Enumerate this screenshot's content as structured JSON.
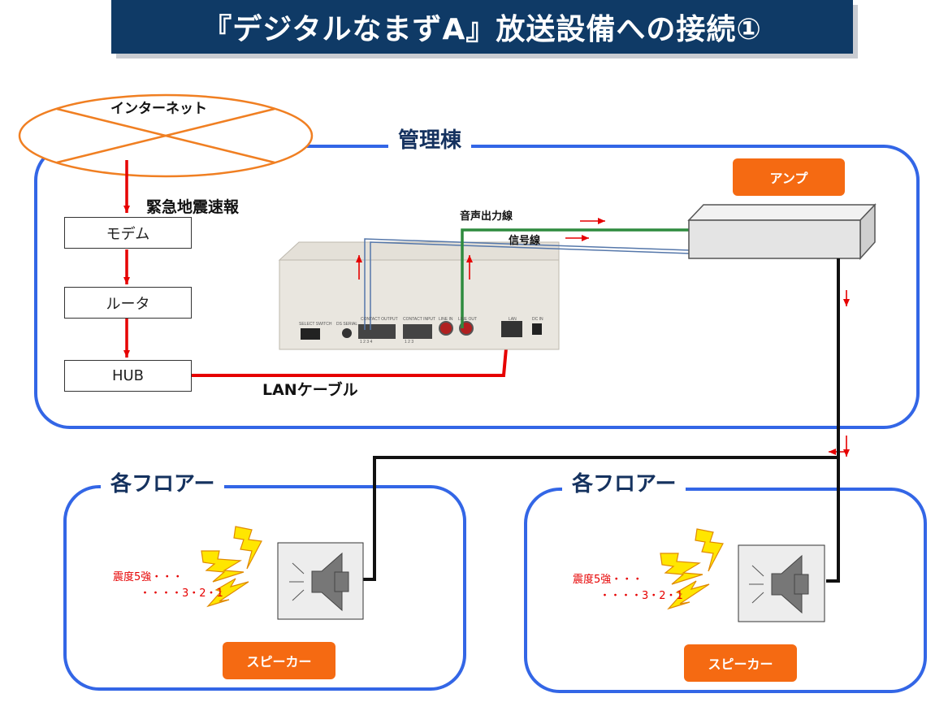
{
  "title": "『デジタルなまずA』放送設備への接続①",
  "internet": {
    "label": "インターネット"
  },
  "management_building": {
    "label": "管理棟"
  },
  "alert_label": "緊急地震速報",
  "devices": {
    "modem": "モデム",
    "router": "ルータ",
    "hub": "HUB"
  },
  "cables": {
    "lan": "LANケーブル",
    "audio": "音声出力線",
    "signal": "信号線"
  },
  "amp": {
    "label": "アンプ"
  },
  "floors": [
    {
      "label": "各フロアー",
      "speaker_label": "スピーカー",
      "line1": "震度5強・・・",
      "line2": "・・・・3・2・1"
    },
    {
      "label": "各フロアー",
      "speaker_label": "スピーカー",
      "line1": "震度5強・・・",
      "line2": "・・・・3・2・1"
    }
  ],
  "device_panel": {
    "select_switch": "SELECT SWITCH",
    "ds_serial": "DS SERIAL",
    "contact_output": "CONTACT OUTPUT",
    "contact_input": "CONTACT INPUT",
    "line_in": "LINE IN",
    "line_out": "LINE OUT",
    "lan": "LAN",
    "dc_in": "DC IN",
    "output_numbers": "1  2  3  4",
    "input_numbers": "1  2  3"
  },
  "colors": {
    "title_bg": "#0f3a66",
    "region_border": "#3366e6",
    "orange": "#f56a12",
    "red": "#e60000",
    "green": "#2e8b3e",
    "lightning": "#ffe600"
  }
}
